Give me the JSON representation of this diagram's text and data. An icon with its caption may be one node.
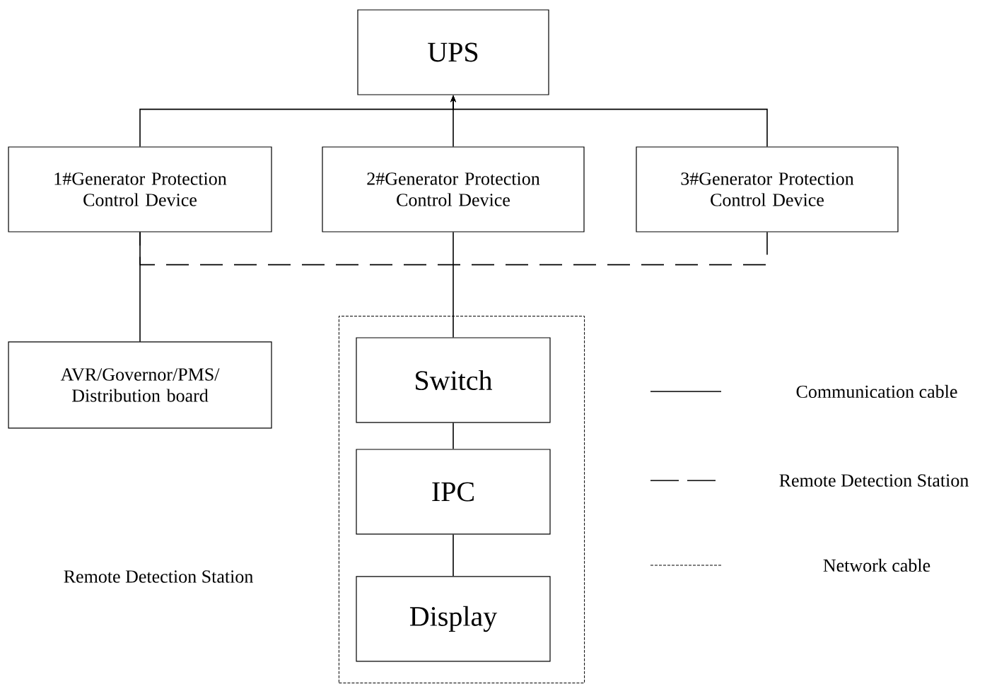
{
  "diagram": {
    "nodes": [
      {
        "text": [
          "UPS"
        ]
      },
      {
        "text": [
          "1#Generator Protection Control Device"
        ]
      },
      {
        "text": [
          "2#Generator Protection Control Device"
        ]
      },
      {
        "text": [
          "3#Generator Protection Control Device"
        ]
      },
      {
        "text": [
          "AVR/Governor/PMS/ Distribution board"
        ]
      },
      {
        "text": [],
        "shape": "box"
      },
      {
        "text": [
          "Switch"
        ],
        "in": 5
      },
      {
        "text": [
          "IPC"
        ],
        "in": 5
      },
      {
        "text": [
          "Display"
        ],
        "in": 5
      }
    ],
    "edges": [
      {
        "from": 1,
        "to": 0,
        "arrow": "to"
      },
      {
        "from": 2,
        "to": 0,
        "arrow": "to"
      },
      {
        "from": 3,
        "to": 0,
        "arrow": "to"
      },
      {
        "from": 3,
        "to": 1,
        "arrow": "none",
        "style": "dashed"
      },
      {
        "from": 1,
        "to": 4,
        "arrow": "none"
      },
      {
        "from": 2,
        "to": 6,
        "arrow": "none"
      },
      {
        "from": 6,
        "to": 7,
        "arrow": "none"
      },
      {
        "from": 7,
        "to": 8,
        "arrow": "none"
      }
    ],
    "labels": [
      "Remote Detection Station"
    ],
    "legend": [
      {
        "text": "Communication cable"
      },
      {
        "text": "Remote Detection Station"
      },
      {
        "text": "Network cable"
      }
    ]
  }
}
